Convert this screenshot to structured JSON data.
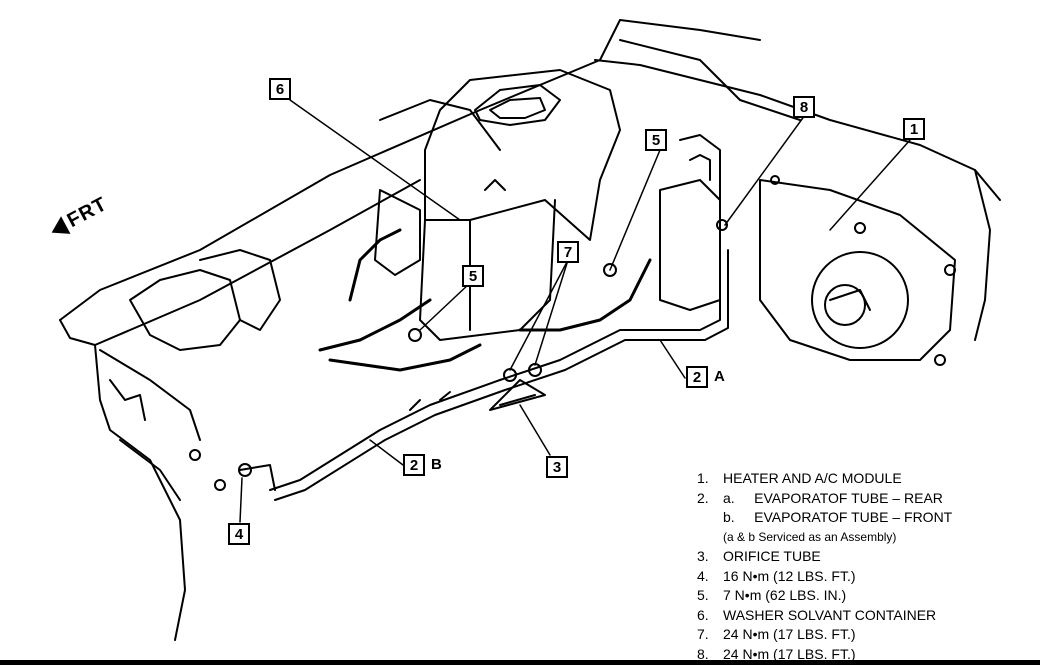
{
  "direction": {
    "label": "FRT"
  },
  "callouts": {
    "c1": "1",
    "c2a": "2",
    "c2a_suffix": "A",
    "c2b": "2",
    "c2b_suffix": "B",
    "c3": "3",
    "c4": "4",
    "c5a": "5",
    "c5b": "5",
    "c6": "6",
    "c7": "7",
    "c8": "8"
  },
  "legend": {
    "items": [
      {
        "num": "1.",
        "text": "HEATER AND A/C MODULE"
      },
      {
        "num": "2.",
        "text": "a.     EVAPORATOF TUBE – REAR"
      },
      {
        "num": "",
        "text": "b.     EVAPORATOF TUBE – FRONT"
      },
      {
        "num": "",
        "text": "(a & b Serviced as an Assembly)"
      },
      {
        "num": "3.",
        "text": "ORIFICE TUBE"
      },
      {
        "num": "4.",
        "text": "16 N•m (12 LBS. FT.)"
      },
      {
        "num": "5.",
        "text": "7 N•m (62 LBS. IN.)"
      },
      {
        "num": "6.",
        "text": "WASHER SOLVANT CONTAINER"
      },
      {
        "num": "7.",
        "text": "24 N•m (17 LBS. FT.)"
      },
      {
        "num": "8.",
        "text": "24 N•m (17 LBS. FT.)"
      }
    ]
  }
}
